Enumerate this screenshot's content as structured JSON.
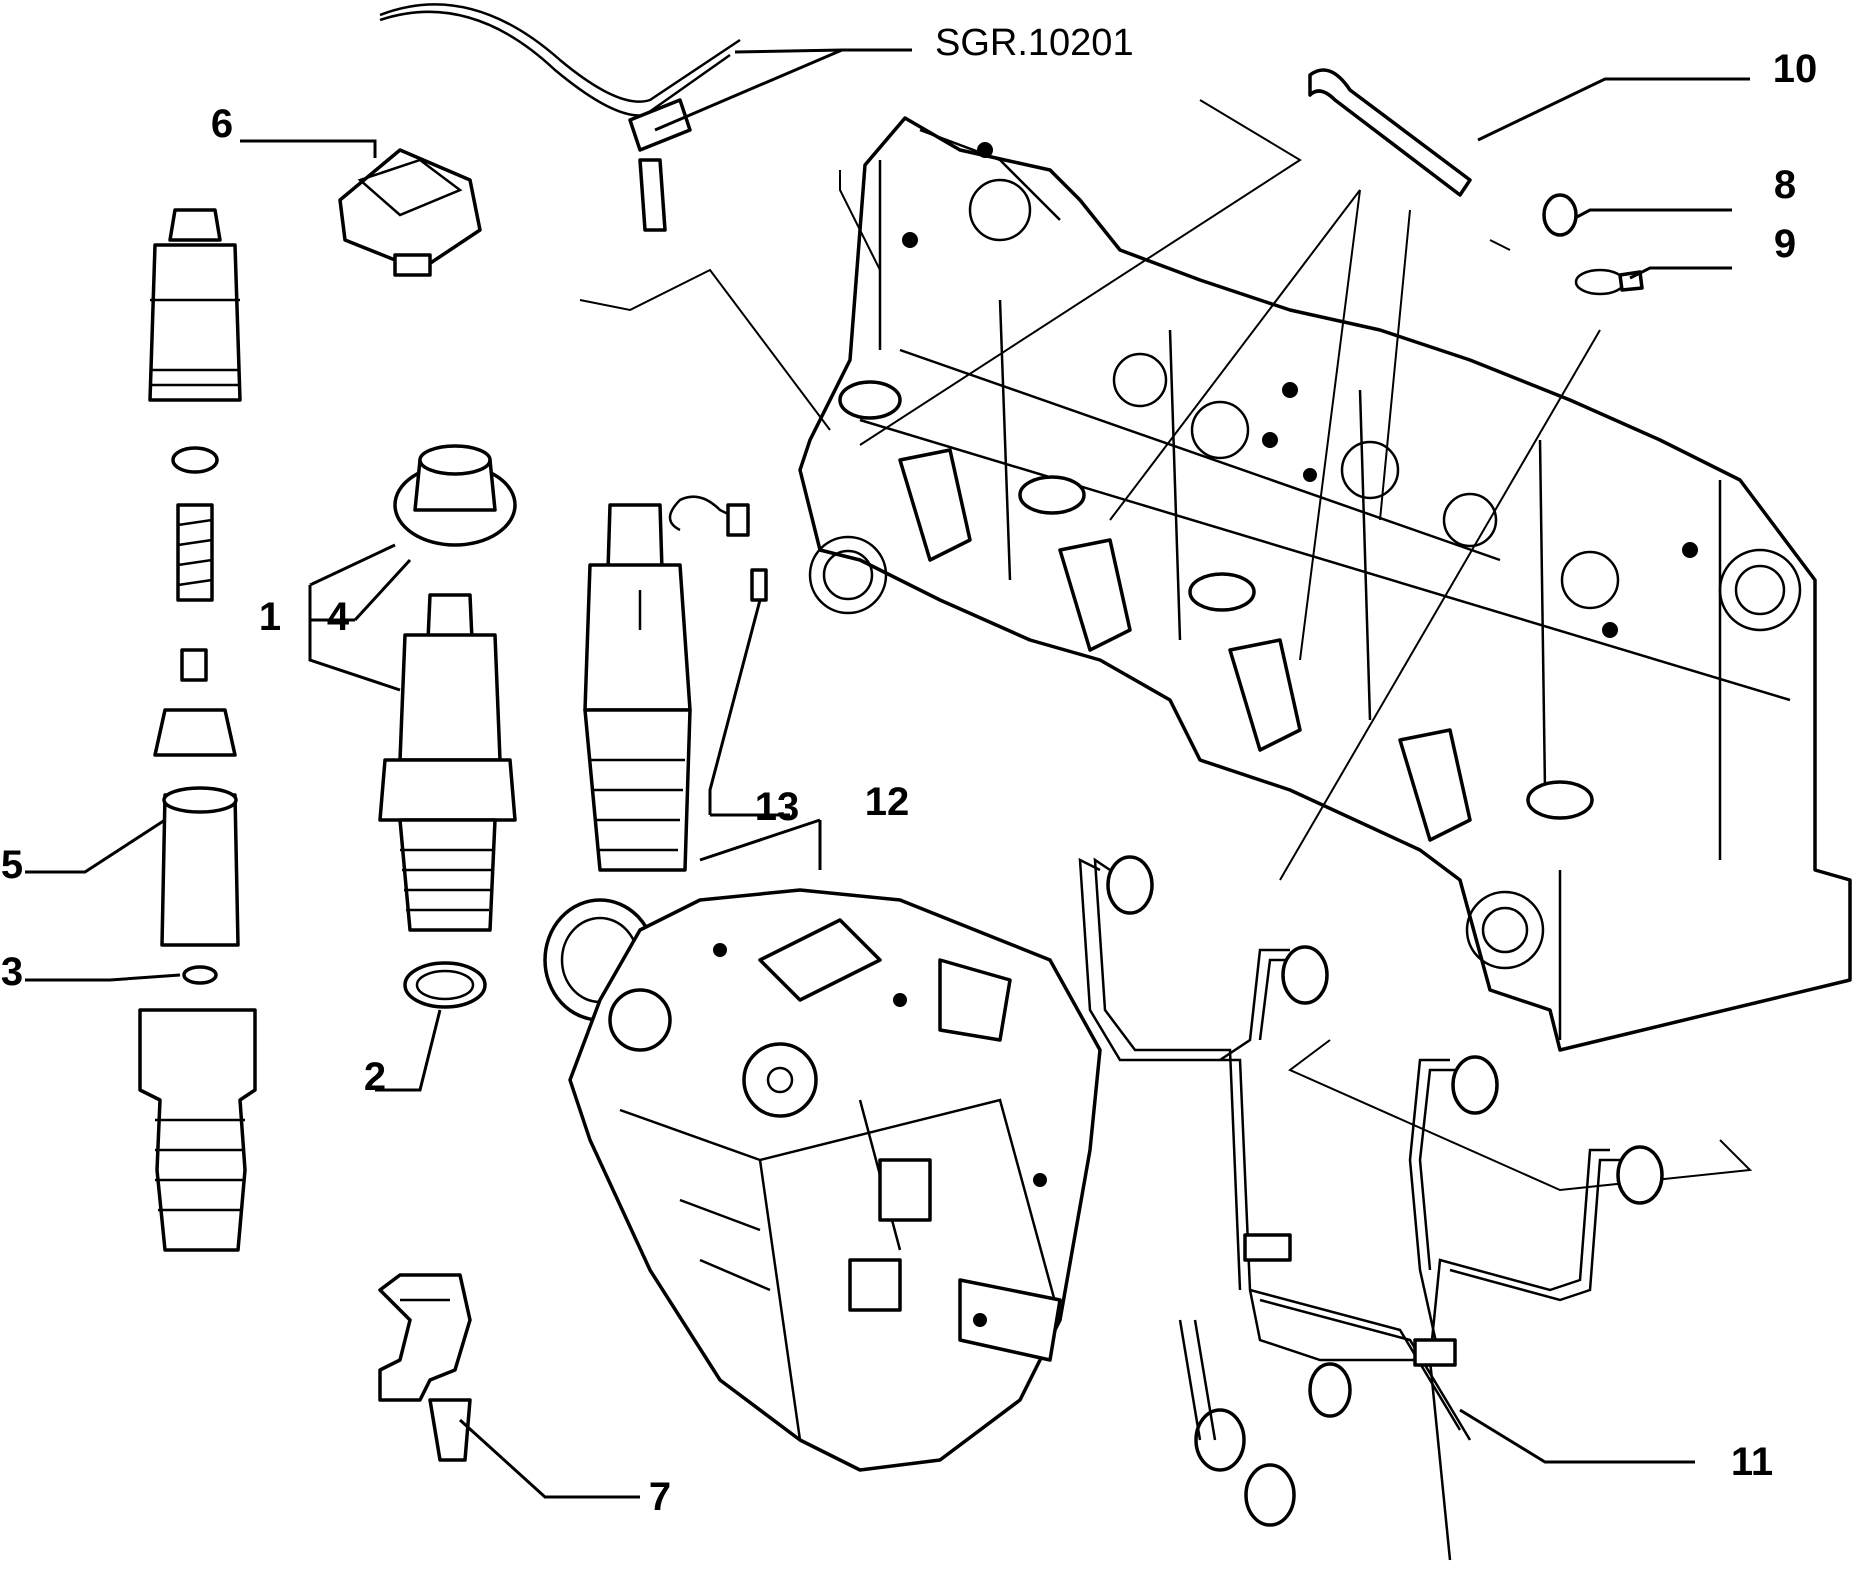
{
  "labels": {
    "1": "1",
    "2": "2",
    "3": "3",
    "4": "4",
    "5": "5",
    "6": "6",
    "7": "7",
    "8": "8",
    "9": "9",
    "10": "10",
    "11": "11",
    "12": "12",
    "13": "13",
    "ref": "SGR.10201"
  }
}
